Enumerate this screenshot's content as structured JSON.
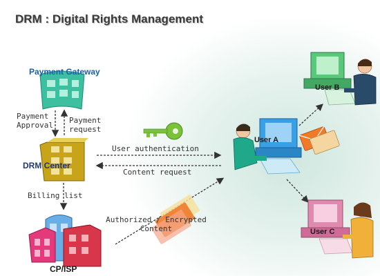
{
  "title": "DRM : Digital Rights Management",
  "nodes": {
    "payment_gateway": "Payment Gateway",
    "drm_center": "DRM Center",
    "cp_isp": "CP/ISP",
    "user_a": "User A",
    "user_b": "User B",
    "user_c": "User C"
  },
  "flows": {
    "payment_approval_line1": "Payment",
    "payment_approval_line2": "Approval",
    "payment_request_line1": "Payment",
    "payment_request_line2": "request",
    "user_authentication": "User authentication",
    "content_request": "Content request",
    "billing_list": "Billing list",
    "encrypted_content_line1": "Authorized / Encrypted",
    "encrypted_content_line2": "Content"
  },
  "colors": {
    "payment_gateway_text": "#1a5fa8",
    "drm_center_text": "#1f3a6e",
    "key": "#79c23a",
    "envelope": "#f07a2a",
    "computer_a": "#3aa0e6",
    "computer_b": "#5ac87a",
    "computer_c": "#e08ab0"
  }
}
